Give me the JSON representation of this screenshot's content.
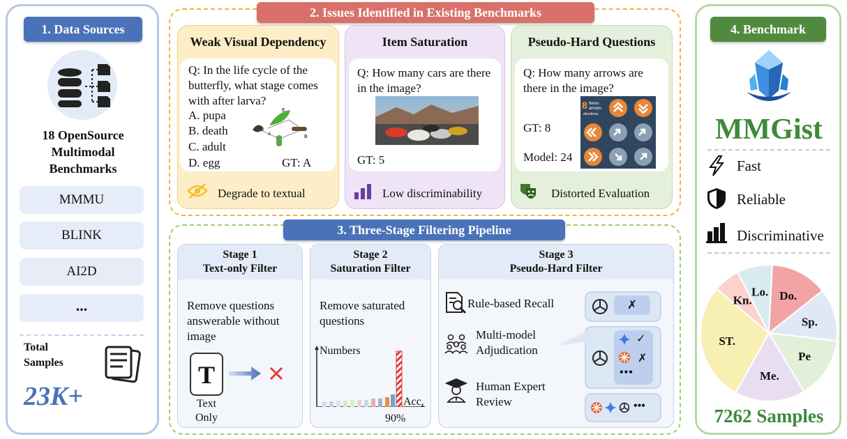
{
  "data_sources": {
    "title": "1. Data Sources",
    "heading": "18 OpenSource Multimodal Benchmarks",
    "items": [
      "MMMU",
      "BLINK",
      "AI2D",
      "..."
    ],
    "total_label": "Total Samples",
    "total_value": "23K+"
  },
  "issues": {
    "title": "2. Issues Identified in Existing Benchmarks",
    "weak": {
      "title": "Weak Visual Dependency",
      "question": "Q: In the life cycle of the butterfly, what stage comes with after larva?",
      "options": [
        "A. pupa",
        "B. death",
        "C. adult",
        "D. egg"
      ],
      "gt": "GT: A",
      "footer": "Degrade to textual",
      "diagram_letters": [
        "E",
        "A",
        "B"
      ]
    },
    "saturation": {
      "title": "Item Saturation",
      "question": "Q: How many cars are there in the image?",
      "gt": "GT: 5",
      "footer": "Low discriminability"
    },
    "pseudo": {
      "title": "Pseudo-Hard Questions",
      "question": "Q: How many arrows are there in the image?",
      "gt": "GT: 8",
      "model": "Model: 24",
      "footer": "Distorted Evaluation",
      "tile_text": [
        "8",
        "Items",
        "arrows",
        "directions"
      ]
    }
  },
  "pipeline": {
    "title": "3. Three-Stage Filtering Pipeline",
    "stage1": {
      "title": "Stage 1",
      "subtitle": "Text-only Filter",
      "description": "Remove questions answerable without image",
      "icon_letter": "T",
      "caption": "Text Only"
    },
    "stage2": {
      "title": "Stage 2",
      "subtitle": "Saturation Filter",
      "description": "Remove saturated questions",
      "y_label": "Numbers",
      "x_label": "Acc.",
      "threshold": "90%"
    },
    "stage3": {
      "title": "Stage 3",
      "subtitle": "Pseudo-Hard Filter",
      "steps": [
        "Rule-based Recall",
        "Multi-model Adjudication",
        "Human Expert Review"
      ],
      "marks": [
        "✗",
        "✓",
        "✗",
        "•••"
      ]
    }
  },
  "benchmark": {
    "title": "4. Benchmark",
    "name": "MMGist",
    "features": [
      {
        "label": "Fast",
        "icon": "lightning-icon"
      },
      {
        "label": "Reliable",
        "icon": "shield-icon"
      },
      {
        "label": "Discriminative",
        "icon": "bar-chart-icon"
      }
    ],
    "samples": "7262 Samples"
  },
  "chart_data": {
    "type": "pie",
    "title": "",
    "labels": [
      "Do.",
      "Sp.",
      "Pe",
      "Me.",
      "ST.",
      "Kn.",
      "Lo."
    ],
    "values": [
      13,
      12,
      14,
      16,
      27,
      6,
      8
    ],
    "colors": [
      "#f2a3a3",
      "#e1e8f5",
      "#e2efd9",
      "#e9def1",
      "#f8efb2",
      "#fad4cc",
      "#d8ecef"
    ]
  },
  "colors": {
    "blue_pill": "#4a72b8",
    "red_pill": "#d9706a",
    "green_pill": "#4f8a3e",
    "mmgist_green": "#3d8a3a",
    "total_blue": "#4a72b8"
  }
}
